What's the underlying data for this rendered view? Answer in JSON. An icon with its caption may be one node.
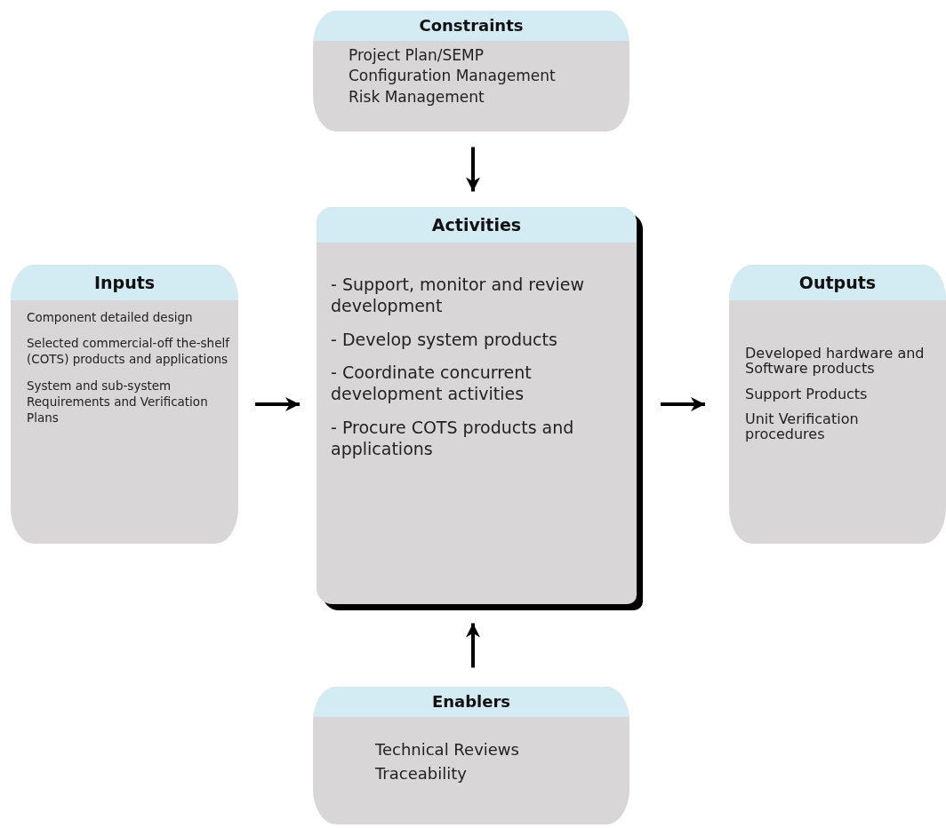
{
  "diagram": {
    "nodes": [
      {
        "text": [
          "Constraints",
          "Project Plan/SEMP",
          "Configuration Management",
          "Risk Management"
        ]
      },
      {
        "text": [
          "Inputs",
          "Component detailed design",
          "Selected commercial-off the-shelf (COTS) products and applications",
          "System and sub-system Requirements and Verification Plans"
        ]
      },
      {
        "text": [
          "Activities",
          "- Support, monitor and review development",
          "- Develop system products",
          "- Coordinate concurrent development activities",
          "- Procure COTS products and applications"
        ]
      },
      {
        "text": [
          "Outputs",
          "Developed hardware and Software products",
          "Support Products",
          "Unit Verification procedures"
        ]
      },
      {
        "text": [
          "Enablers",
          "Technical Reviews",
          "Traceability"
        ]
      }
    ],
    "edges": [
      {
        "from": 0,
        "to": 2,
        "arrow": "to"
      },
      {
        "from": 1,
        "to": 2,
        "arrow": "to"
      },
      {
        "from": 2,
        "to": 3,
        "arrow": "to"
      },
      {
        "from": 4,
        "to": 2,
        "arrow": "to"
      }
    ]
  }
}
